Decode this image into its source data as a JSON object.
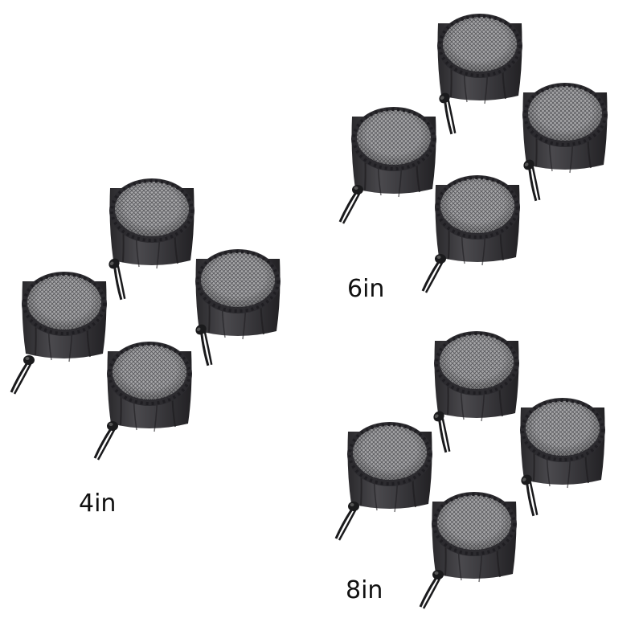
{
  "product": {
    "accent_color_cover": "#3a393c",
    "accent_color_mesh": "#9a9a9a",
    "groups": [
      {
        "size_label": "4in",
        "cover_count": 4
      },
      {
        "size_label": "6in",
        "cover_count": 4
      },
      {
        "size_label": "8in",
        "cover_count": 4
      }
    ]
  }
}
